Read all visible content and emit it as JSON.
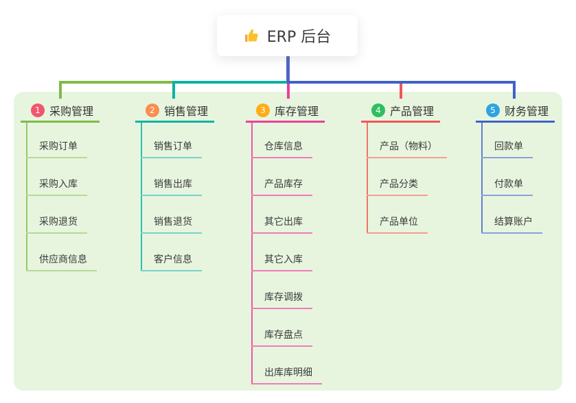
{
  "root": {
    "label": "ERP 后台",
    "icon": "thumbs-up"
  },
  "connectors": {
    "stem_color": "#5263c9"
  },
  "branches": [
    {
      "number": "1",
      "title": "采购管理",
      "badge_color": "#f2566d",
      "line_color": "#7fba48",
      "stem_color": "#94c968",
      "child_line_color": "#b5da96",
      "children": [
        "采购订单",
        "采购入库",
        "采购退货",
        "供应商信息"
      ]
    },
    {
      "number": "2",
      "title": "销售管理",
      "badge_color": "#fb8e4e",
      "line_color": "#0cb3a4",
      "stem_color": "#2cc0b0",
      "child_line_color": "#76d3c8",
      "children": [
        "销售订单",
        "销售出库",
        "销售退货",
        "客户信息"
      ]
    },
    {
      "number": "3",
      "title": "库存管理",
      "badge_color": "#ffac15",
      "line_color": "#e8409b",
      "stem_color": "#ee56a8",
      "child_line_color": "#f07ab8",
      "children": [
        "仓库信息",
        "产品库存",
        "其它出库",
        "其它入库",
        "库存调拨",
        "库存盘点",
        "出库库明细"
      ]
    },
    {
      "number": "4",
      "title": "产品管理",
      "badge_color": "#2fbe60",
      "line_color": "#f25656",
      "stem_color": "#f4716b",
      "child_line_color": "#f79e90",
      "children": [
        "产品（物料）",
        "产品分类",
        "产品单位"
      ]
    },
    {
      "number": "5",
      "title": "财务管理",
      "badge_color": "#2fa3e0",
      "line_color": "#4161c8",
      "stem_color": "#617ed2",
      "child_line_color": "#8aa0de",
      "children": [
        "回款单",
        "付款单",
        "结算账户"
      ]
    }
  ]
}
